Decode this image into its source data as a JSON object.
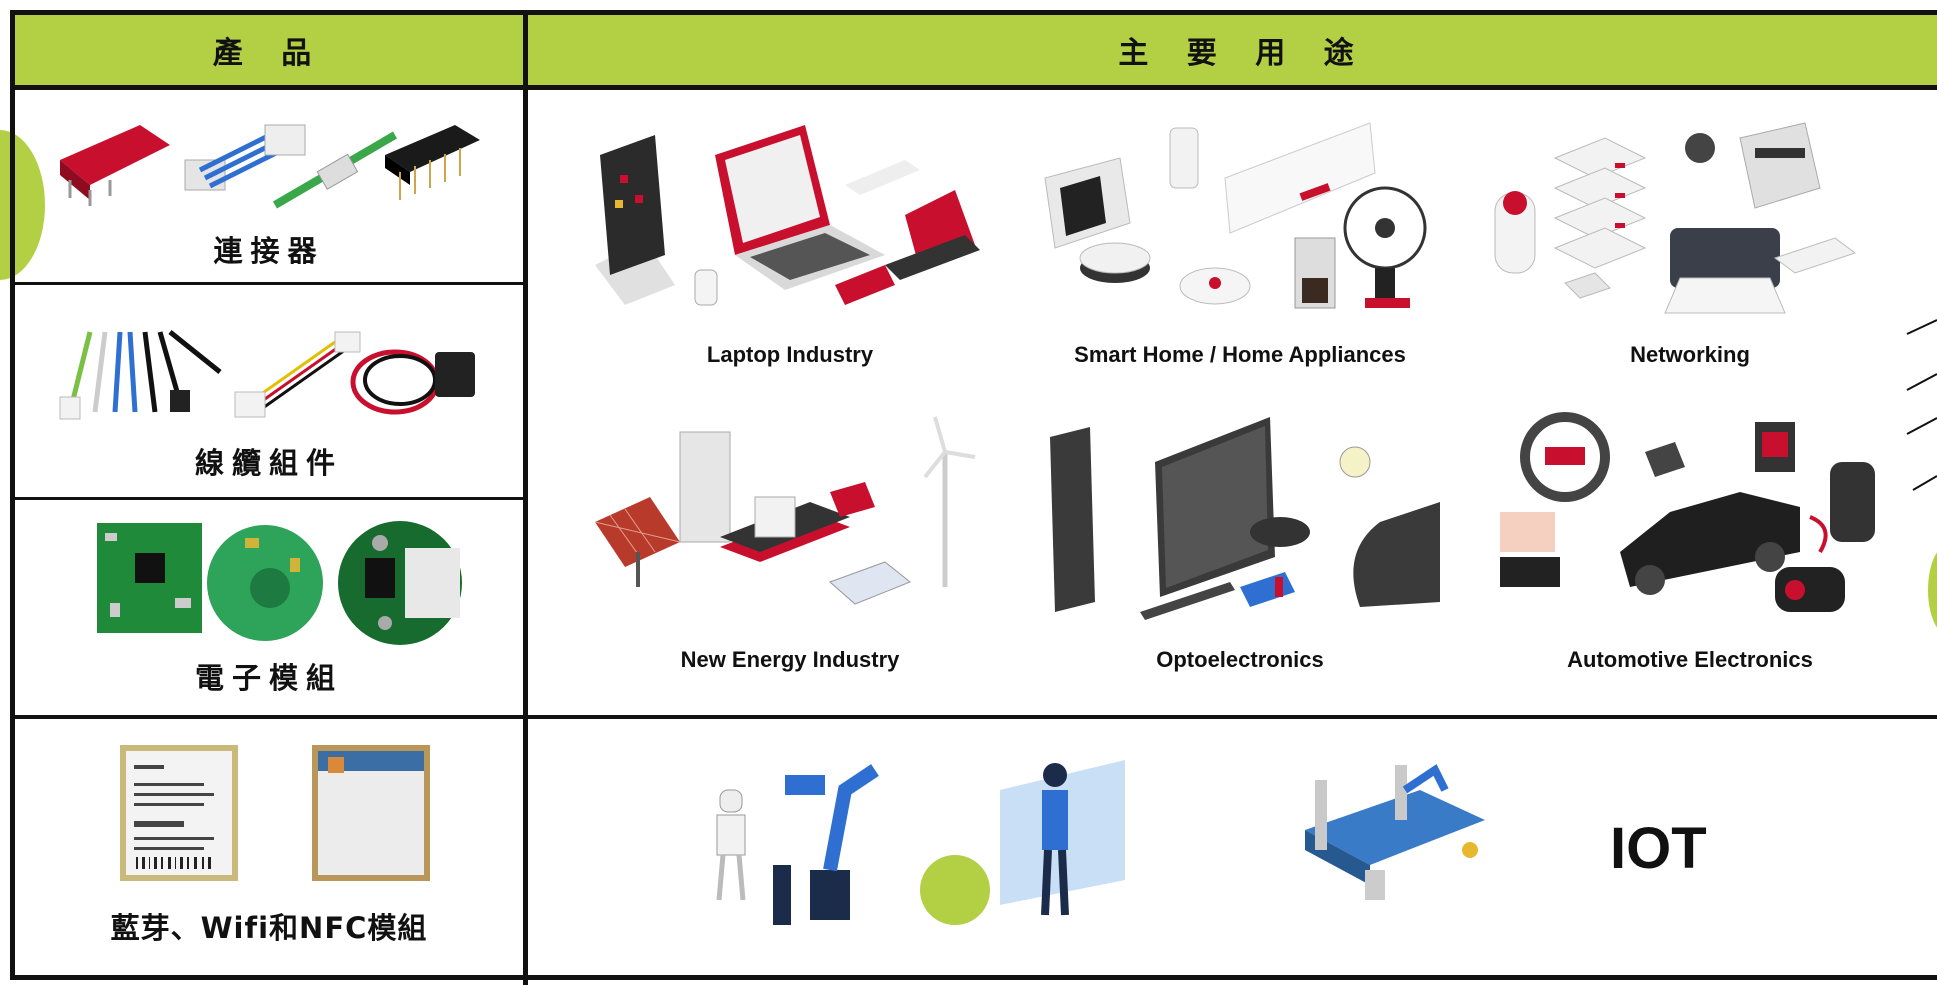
{
  "header": {
    "product_col": "產 品",
    "usage_col": "主 要 用 途"
  },
  "products": [
    {
      "label": "連接器",
      "icon": "connector-icon"
    },
    {
      "label": "線纜組件",
      "icon": "cable-icon"
    },
    {
      "label": "電子模組",
      "icon": "pcb-module-icon"
    },
    {
      "label": "藍芽、Wifi和NFC模組",
      "icon": "wireless-module-icon"
    }
  ],
  "industries": [
    {
      "label": "Laptop Industry",
      "icon": "laptop-icon"
    },
    {
      "label": "Smart Home / Home Appliances",
      "icon": "home-appliance-icon"
    },
    {
      "label": "Networking",
      "icon": "network-icon"
    },
    {
      "label": "New Energy Industry",
      "icon": "solar-wind-icon"
    },
    {
      "label": "Optoelectronics",
      "icon": "display-icon"
    },
    {
      "label": "Automotive Electronics",
      "icon": "car-icon"
    }
  ],
  "iot": {
    "label": "IOT",
    "icon": "robot-factory-icon"
  },
  "colors": {
    "header_green": "#b3d044",
    "border": "#111111",
    "accent_red": "#c8102e"
  }
}
